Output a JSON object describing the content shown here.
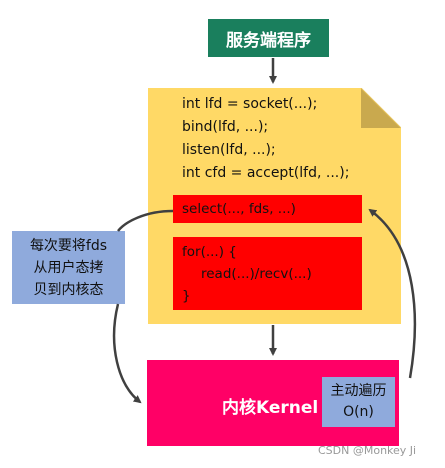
{
  "title": "服务端程序",
  "code_lines": [
    "int lfd = socket(...);",
    "bind(lfd, ...);",
    "listen(lfd, ...);",
    "int cfd = accept(lfd, ...);"
  ],
  "select_call": "select(..., fds, ...)",
  "loop": {
    "line1": "for(...) {",
    "line2": "read(...)/recv(...)",
    "line3": "}"
  },
  "kernel": {
    "prefix": "内核",
    "suffix": "Kernel"
  },
  "copy_note": {
    "line1": "每次要将fds",
    "line2": "从用户态拷",
    "line3": "贝到内核态"
  },
  "traverse_note": {
    "line1": "主动遍历",
    "line2": "O(n)"
  },
  "watermark": "CSDN @Monkey Ji",
  "colors": {
    "title_bg": "#1a7f5d",
    "document_bg": "#ffd966",
    "highlight_red": "#ff0000",
    "kernel_bg": "#ff0066",
    "note_bg": "#8faadc",
    "arrow": "#404040"
  }
}
